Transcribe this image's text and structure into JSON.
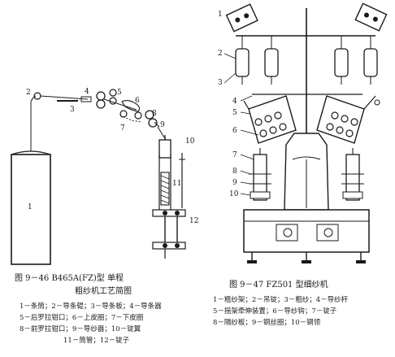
{
  "left_figure": {
    "labels": [
      "1",
      "2",
      "3",
      "4",
      "5",
      "6",
      "7",
      "8",
      "9",
      "10",
      "11",
      "12"
    ],
    "caption_title": "图 9－46  B465A(FZ)型 单程",
    "caption_subtitle": "粗纱机工艺简图",
    "legend": [
      "1－条筒；2－导条辊；3－导条板；4－导条器",
      "5－后罗拉钳口；6－上皮圈；7－下皮圈",
      "8－前罗拉钳口；9－导纱器；10－锭翼",
      "11－筒管；12－锭子"
    ]
  },
  "right_figure": {
    "labels": [
      "1",
      "2",
      "3",
      "4",
      "5",
      "6",
      "7",
      "8",
      "9",
      "10"
    ],
    "caption_title": "图 9－47   FZ501 型细纱机",
    "legend": [
      "1－粗纱架；2－吊锭；3－粗纱；4－导纱杆",
      "5－摇架牵伸装置；6－导纱钩；7－锭子",
      "8－隔纱板；9－钢丝圈；10－钢领"
    ]
  }
}
